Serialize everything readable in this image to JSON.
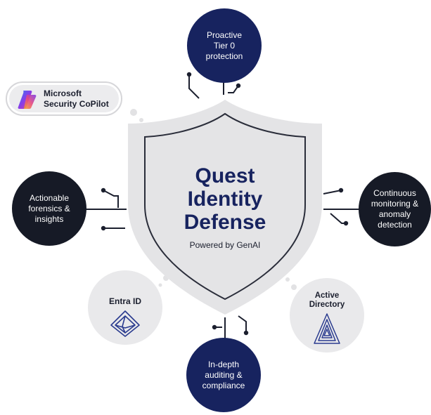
{
  "center": {
    "title_lines": [
      "Quest",
      "Identity",
      "Defense"
    ],
    "subtitle": "Powered by GenAI"
  },
  "badge": {
    "label_lines": [
      "Microsoft",
      "Security CoPilot"
    ]
  },
  "nodes": {
    "top": {
      "lines": [
        "Proactive",
        "Tier 0",
        "protection"
      ]
    },
    "left": {
      "lines": [
        "Actionable",
        "forensics &",
        "insights"
      ]
    },
    "right": {
      "lines": [
        "Continuous",
        "monitoring &",
        "anomaly",
        "detection"
      ]
    },
    "bottom": {
      "lines": [
        "In-depth",
        "auditing &",
        "compliance"
      ]
    },
    "entra": {
      "label": "Entra ID"
    },
    "ad": {
      "lines": [
        "Active",
        "Directory"
      ]
    }
  },
  "colors": {
    "navy": "#17235f",
    "black": "#161a26",
    "shield_grey": "#e4e4e6",
    "line": "#1b1f2e"
  }
}
